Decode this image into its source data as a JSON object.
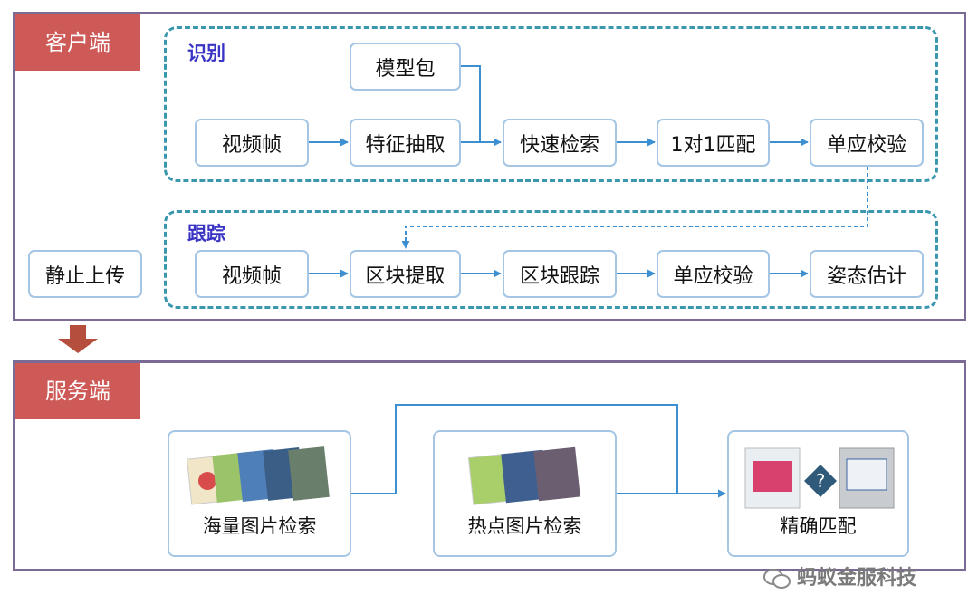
{
  "client": {
    "tag": "客户端",
    "recognize": {
      "label": "识别",
      "model_pack": "模型包",
      "steps": [
        "视频帧",
        "特征抽取",
        "快速检索",
        "1对1匹配",
        "单应校验"
      ]
    },
    "tracking": {
      "label": "跟踪",
      "steps": [
        "视频帧",
        "区块提取",
        "区块跟踪",
        "单应校验",
        "姿态估计"
      ]
    },
    "static_upload": "静止上传"
  },
  "server": {
    "tag": "服务端",
    "cards": [
      "海量图片检索",
      "热点图片检索",
      "精确匹配"
    ]
  },
  "watermark": "蚂蚁金服科技",
  "colors": {
    "tag": "#cd5a57",
    "panel_border": "#7a6a94",
    "dash": "#3a97ae",
    "box_border": "#a4c6e4",
    "arrow": "#3c8fd0",
    "sublabel": "#3a34c4"
  }
}
